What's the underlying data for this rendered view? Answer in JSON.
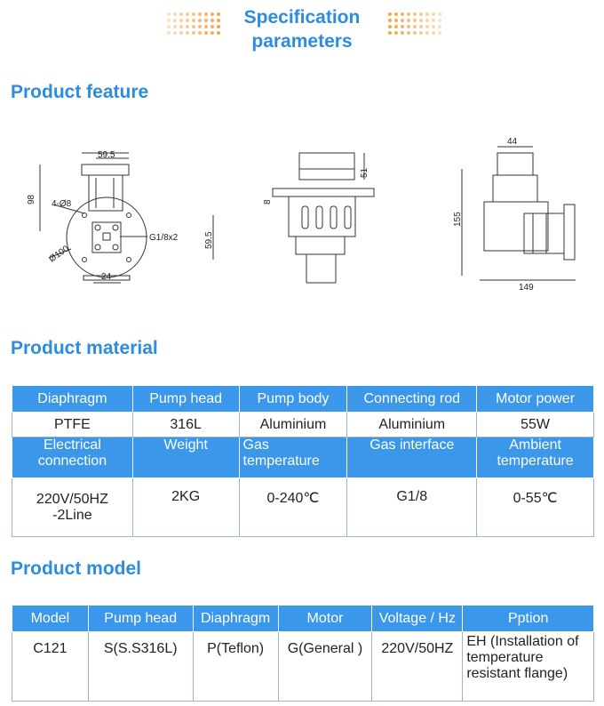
{
  "header": {
    "title_line1": "Specification",
    "title_line2": "parameters",
    "accent": "#2b8ce0",
    "dots": "#f3a648"
  },
  "sections": {
    "feature": "Product feature",
    "material": "Product material",
    "model": "Product model"
  },
  "drawing": {
    "v1": {
      "top_width": "59.5",
      "height": "98",
      "holes": "4-Ø8",
      "port": "G1/8x2",
      "side": "59.5",
      "dia": "Ø100",
      "bottom": "24"
    },
    "v2": {
      "height": "51",
      "flange": "8"
    },
    "v3": {
      "top": "44",
      "height": "155",
      "width": "149"
    }
  },
  "material": {
    "headers1": [
      "Diaphragm",
      "Pump head",
      "Pump body",
      "Connecting rod",
      "Motor power"
    ],
    "values1": [
      "PTFE",
      "316L",
      "Aluminium",
      "Aluminium",
      "55W"
    ],
    "headers2": [
      "Electrical connection",
      "Weight",
      "Gas temperature",
      "Gas interface",
      "Ambient temperature"
    ],
    "values2": [
      "220V/50HZ -2Line",
      "2KG",
      "0-240℃",
      "G1/8",
      "0-55℃"
    ]
  },
  "model": {
    "headers": [
      "Model",
      "Pump head",
      "Diaphragm",
      "Motor",
      "Voltage / Hz",
      "Pption"
    ],
    "values": [
      "C121",
      "S(S.S316L)",
      "P(Teflon)",
      "G(General )",
      "220V/50HZ",
      "EH (Installation of temperature resistant flange)"
    ]
  }
}
